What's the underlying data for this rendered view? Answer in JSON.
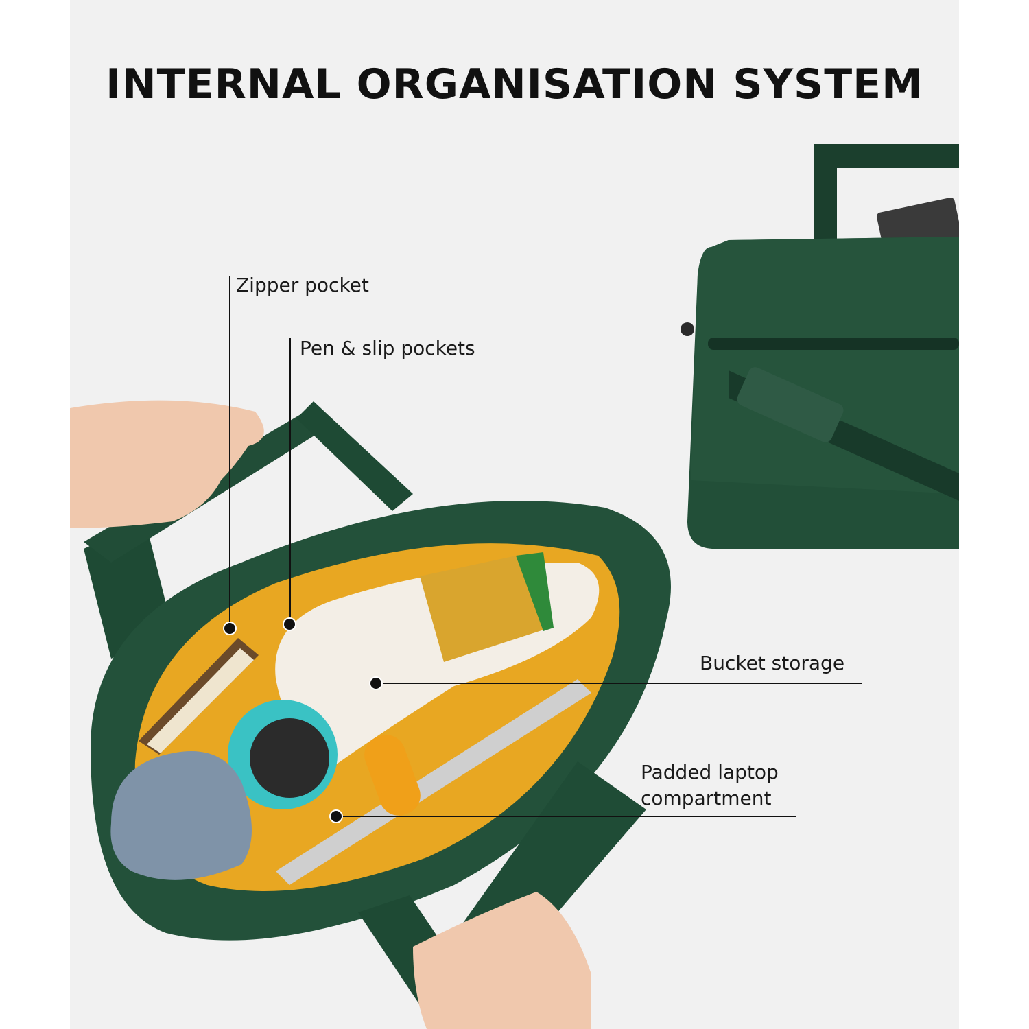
{
  "title": "INTERNAL ORGANISATION SYSTEM",
  "callouts": {
    "zipper_pocket": "Zipper pocket",
    "pen_slip_pockets": "Pen & slip pockets",
    "bucket_storage": "Bucket storage",
    "padded_laptop_line1": "Padded laptop",
    "padded_laptop_line2": "compartment"
  },
  "colors": {
    "background": "#f1f1f1",
    "bag_green": "#1f4a34",
    "lining_yellow": "#e8a722",
    "text": "#111111"
  }
}
